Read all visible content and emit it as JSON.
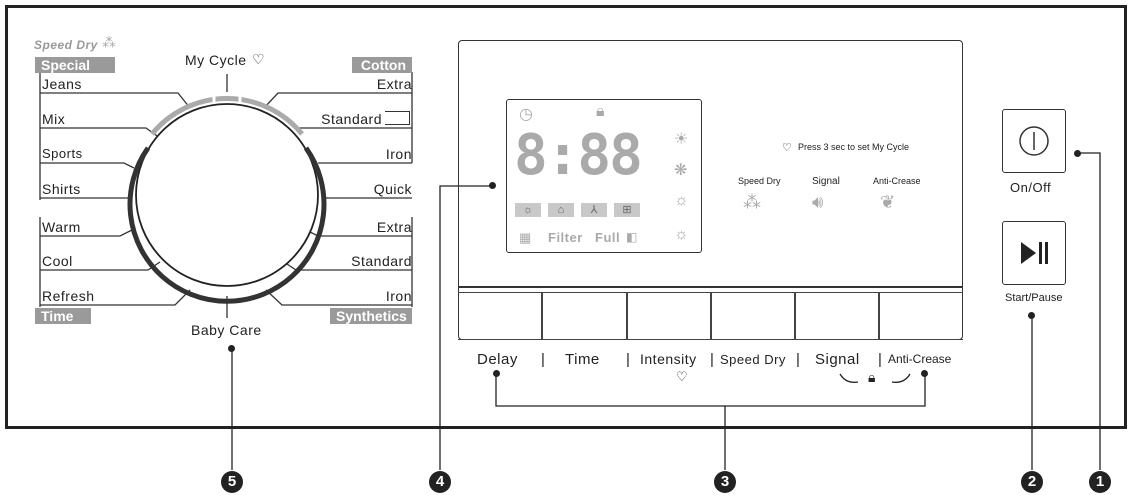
{
  "dial": {
    "speed_dry_logo": "Speed Dry",
    "top_label": "My Cycle",
    "bottom_label": "Baby Care",
    "groups": {
      "special": "Special",
      "cotton": "Cotton",
      "time": "Time",
      "synthetics": "Synthetics"
    },
    "left_programs": [
      "Jeans",
      "Mix",
      "Sports",
      "Shirts",
      "Warm",
      "Cool",
      "Refresh"
    ],
    "right_programs": [
      "Extra",
      "Standard",
      "Iron",
      "Quick",
      "Extra",
      "Standard",
      "Iron"
    ]
  },
  "display": {
    "digits": "8:88",
    "note": "Press 3 sec to set My Cycle",
    "icons": {
      "speed_dry": "Speed Dry",
      "signal": "Signal",
      "anti_crease": "Anti-Crease"
    },
    "filter": "Filter",
    "full": "Full"
  },
  "buttons": {
    "labels": [
      "Delay",
      "Time",
      "Intensity",
      "Speed Dry",
      "Signal",
      "Anti-Crease"
    ],
    "on_off": "On/Off",
    "start_pause": "Start/Pause"
  },
  "callouts": [
    "1",
    "2",
    "3",
    "4",
    "5"
  ],
  "colors": {
    "frame": "#222222",
    "gray": "#9a9a9a"
  }
}
